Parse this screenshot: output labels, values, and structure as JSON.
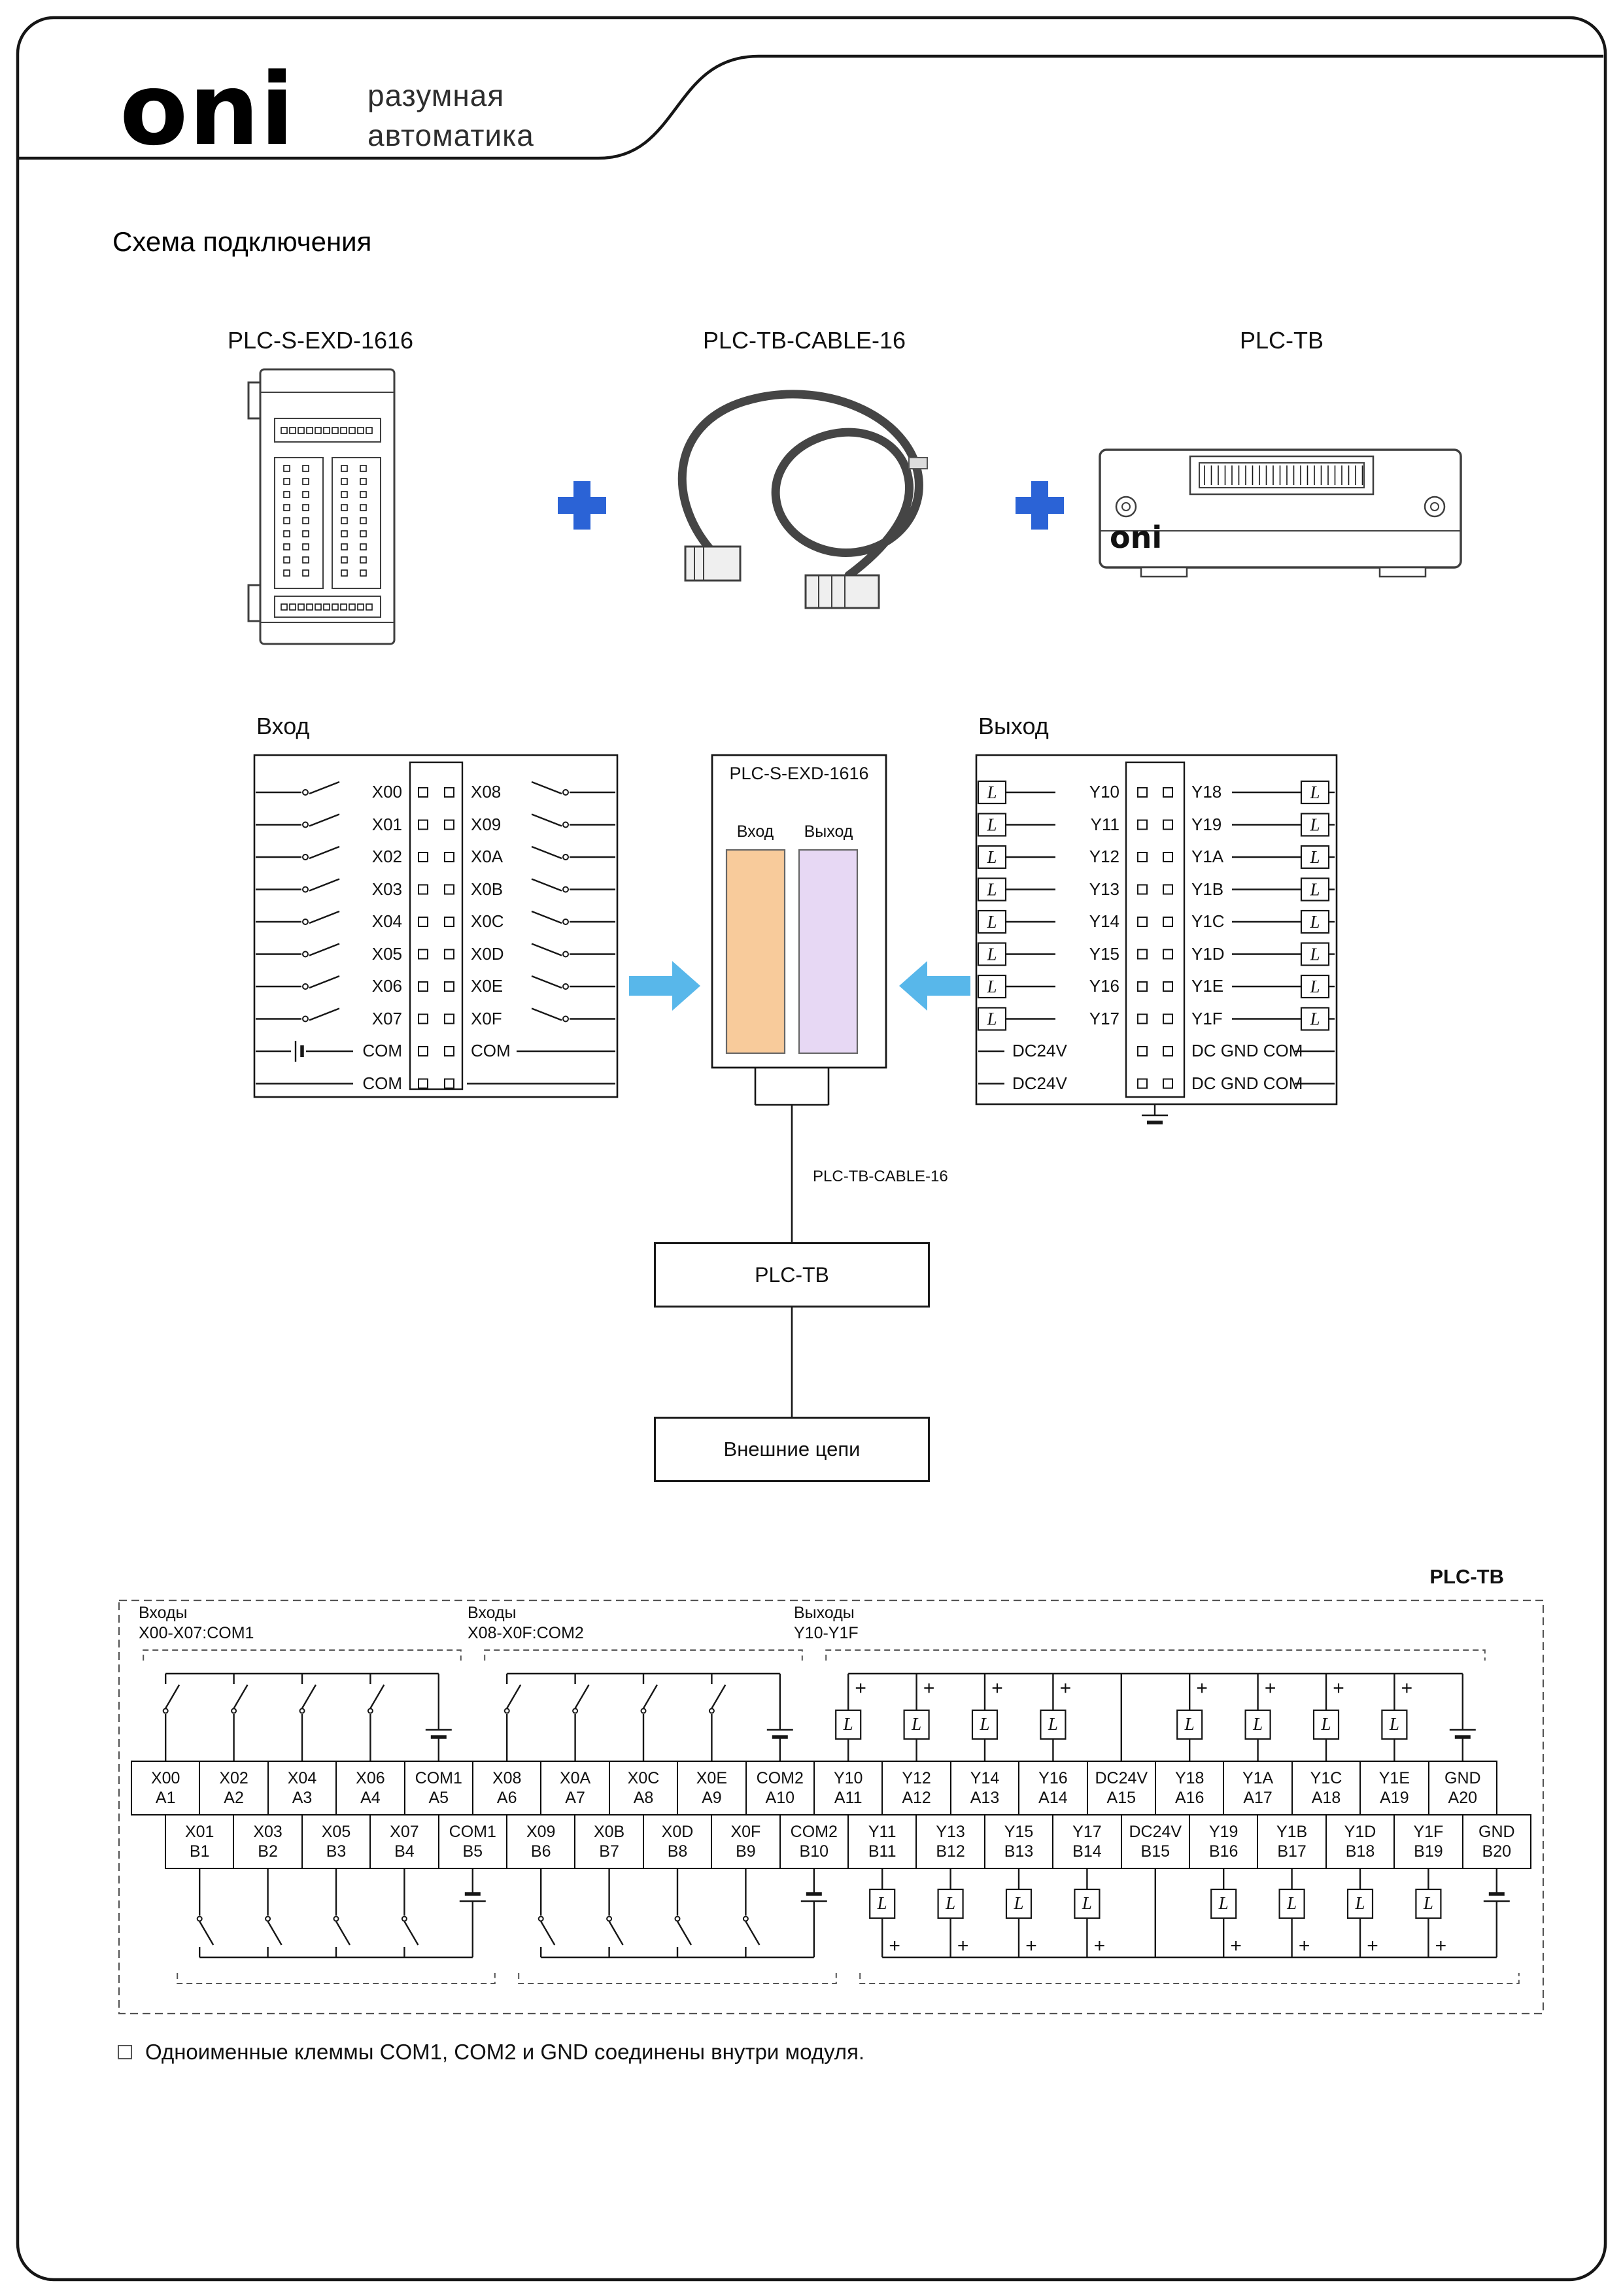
{
  "page": {
    "brand": {
      "logo": "oni",
      "tagline_line1": "разумная",
      "tagline_line2": "автоматика"
    },
    "title": "Схема подключения",
    "footnote": "Одноименные клеммы COM1, COM2 и GND соединены внутри модуля."
  },
  "products": {
    "module_label": "PLC-S-EXD-1616",
    "cable_label": "PLC-TB-CABLE-16",
    "terminal_label": "PLC-TB",
    "terminal_logo": "oni",
    "plus_color": "#2b63d6"
  },
  "wiring": {
    "input_title": "Вход",
    "output_title": "Выход",
    "plc_title": "PLC-S-EXD-1616",
    "plc_input_label": "Вход",
    "plc_output_label": "Выход",
    "input_left": [
      "X00",
      "X01",
      "X02",
      "X03",
      "X04",
      "X05",
      "X06",
      "X07",
      "COM",
      "COM"
    ],
    "input_right": [
      "X08",
      "X09",
      "X0A",
      "X0B",
      "X0C",
      "X0D",
      "X0E",
      "X0F",
      "COM"
    ],
    "output_left": [
      "Y10",
      "Y11",
      "Y12",
      "Y13",
      "Y14",
      "Y15",
      "Y16",
      "Y17",
      "DC24V",
      "DC24V"
    ],
    "output_right": [
      "Y18",
      "Y19",
      "Y1A",
      "Y1B",
      "Y1C",
      "Y1D",
      "Y1E",
      "Y1F",
      "DC GND COM",
      "DC GND COM"
    ],
    "load_symbol": "L",
    "cable_label": "PLC-TB-CABLE-16",
    "tb_label": "PLC-TB",
    "external_label": "Внешние цепи",
    "input_fill": "#f8cb9b",
    "output_fill": "#e7d8f4",
    "arrow_color": "#58b7ea"
  },
  "terminal_block": {
    "title": "PLC-TB",
    "group1_line1": "Входы",
    "group1_line2": "X00-X07:COM1",
    "group2_line1": "Входы",
    "group2_line2": "X08-X0F:COM2",
    "group3_line1": "Выходы",
    "group3_line2": "Y10-Y1F",
    "plus_symbol": "+",
    "load_symbol": "L",
    "row_a": [
      {
        "signal": "X00",
        "pin": "A1"
      },
      {
        "signal": "X02",
        "pin": "A2"
      },
      {
        "signal": "X04",
        "pin": "A3"
      },
      {
        "signal": "X06",
        "pin": "A4"
      },
      {
        "signal": "COM1",
        "pin": "A5"
      },
      {
        "signal": "X08",
        "pin": "A6"
      },
      {
        "signal": "X0A",
        "pin": "A7"
      },
      {
        "signal": "X0C",
        "pin": "A8"
      },
      {
        "signal": "X0E",
        "pin": "A9"
      },
      {
        "signal": "COM2",
        "pin": "A10"
      },
      {
        "signal": "Y10",
        "pin": "A11"
      },
      {
        "signal": "Y12",
        "pin": "A12"
      },
      {
        "signal": "Y14",
        "pin": "A13"
      },
      {
        "signal": "Y16",
        "pin": "A14"
      },
      {
        "signal": "DC24V",
        "pin": "A15"
      },
      {
        "signal": "Y18",
        "pin": "A16"
      },
      {
        "signal": "Y1A",
        "pin": "A17"
      },
      {
        "signal": "Y1C",
        "pin": "A18"
      },
      {
        "signal": "Y1E",
        "pin": "A19"
      },
      {
        "signal": "GND",
        "pin": "A20"
      }
    ],
    "row_b": [
      {
        "signal": "X01",
        "pin": "B1"
      },
      {
        "signal": "X03",
        "pin": "B2"
      },
      {
        "signal": "X05",
        "pin": "B3"
      },
      {
        "signal": "X07",
        "pin": "B4"
      },
      {
        "signal": "COM1",
        "pin": "B5"
      },
      {
        "signal": "X09",
        "pin": "B6"
      },
      {
        "signal": "X0B",
        "pin": "B7"
      },
      {
        "signal": "X0D",
        "pin": "B8"
      },
      {
        "signal": "X0F",
        "pin": "B9"
      },
      {
        "signal": "COM2",
        "pin": "B10"
      },
      {
        "signal": "Y11",
        "pin": "B11"
      },
      {
        "signal": "Y13",
        "pin": "B12"
      },
      {
        "signal": "Y15",
        "pin": "B13"
      },
      {
        "signal": "Y17",
        "pin": "B14"
      },
      {
        "signal": "DC24V",
        "pin": "B15"
      },
      {
        "signal": "Y19",
        "pin": "B16"
      },
      {
        "signal": "Y1B",
        "pin": "B17"
      },
      {
        "signal": "Y1D",
        "pin": "B18"
      },
      {
        "signal": "Y1F",
        "pin": "B19"
      },
      {
        "signal": "GND",
        "pin": "B20"
      }
    ]
  }
}
